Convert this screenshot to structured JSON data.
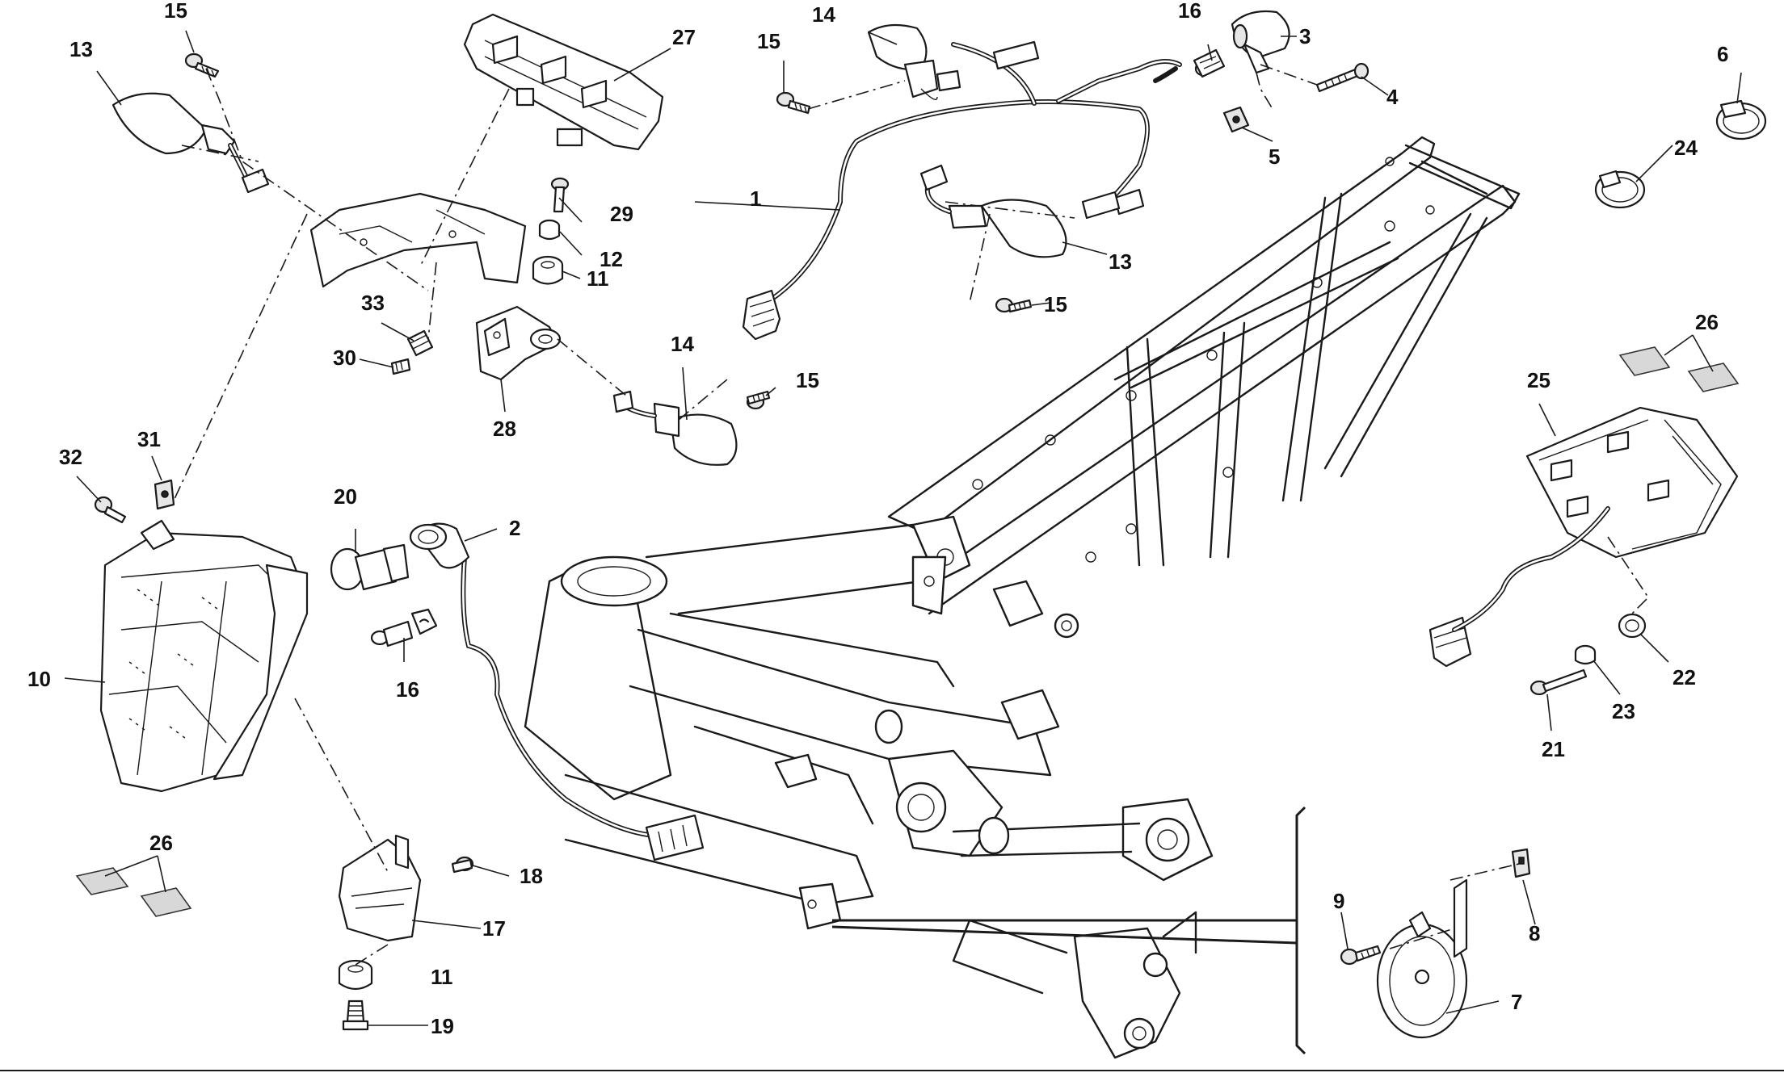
{
  "diagram": {
    "background": "#ffffff",
    "line_color": "#1a1a1a",
    "label_color": "#111111",
    "callouts": {
      "c1": "1",
      "c2": "2",
      "c3": "3",
      "c4": "4",
      "c5": "5",
      "c6": "6",
      "c7": "7",
      "c8": "8",
      "c9": "9",
      "c10": "10",
      "c11a": "11",
      "c11b": "11",
      "c12": "12",
      "c13a": "13",
      "c13b": "13",
      "c14a": "14",
      "c14b": "14",
      "c15a": "15",
      "c15b": "15",
      "c15c": "15",
      "c15d": "15",
      "c16a": "16",
      "c16b": "16",
      "c17": "17",
      "c18": "18",
      "c19": "19",
      "c20": "20",
      "c21": "21",
      "c22": "22",
      "c23": "23",
      "c24": "24",
      "c25": "25",
      "c26a": "26",
      "c26b": "26",
      "c27": "27",
      "c28": "28",
      "c29": "29",
      "c30": "30",
      "c31": "31",
      "c32": "32",
      "c33": "33"
    }
  }
}
